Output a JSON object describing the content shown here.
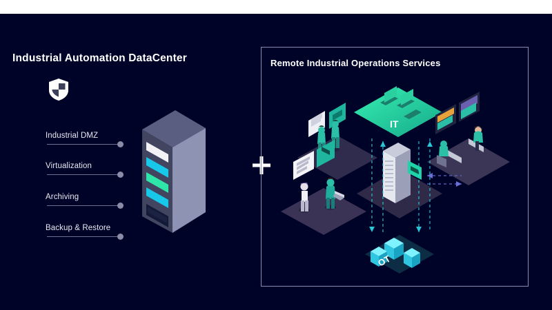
{
  "page": {
    "background_color": "#000328",
    "letterbox_color": "#ffffff",
    "accent_green": "#2ee6a8",
    "accent_cyan": "#18c8e8",
    "accent_teal": "#1fb6a0",
    "text_color": "#ffffff",
    "line_color": "#6f6f92",
    "dot_color": "#8b8ba8",
    "panel_border_color": "#8d8db4"
  },
  "left_section": {
    "title": "Industrial Automation DataCenter",
    "icon": "shield-icon",
    "labels": [
      {
        "text": "Industrial DMZ",
        "slot_color": "#f2f2f6"
      },
      {
        "text": "Virtualization",
        "slot_color": "#18c8e8"
      },
      {
        "text": "Archiving",
        "slot_color": "#2ee6a8"
      },
      {
        "text": "Backup & Restore",
        "slot_color": "#18c8e8"
      }
    ],
    "rack": {
      "name": "server-rack",
      "body_color": "#4a4d6b",
      "side_color": "#8f93b3",
      "top_color": "#5a5e80",
      "slots": [
        "#f2f2f6",
        "#18c8e8",
        "#2ee6a8",
        "#18c8e8",
        "#131a38"
      ]
    }
  },
  "connector": {
    "symbol": "+"
  },
  "right_section": {
    "title": "Remote Industrial Operations Services",
    "platforms": [
      {
        "name": "it-platform",
        "label": "IT",
        "color": "#2ee6a8"
      },
      {
        "name": "ot-platform",
        "label": "OT",
        "color": "#0d2d45"
      },
      {
        "name": "operators-platform",
        "label": ""
      },
      {
        "name": "control-room-platform",
        "label": ""
      },
      {
        "name": "field-workers-platform",
        "label": ""
      },
      {
        "name": "datacenter-platform",
        "label": ""
      }
    ]
  }
}
